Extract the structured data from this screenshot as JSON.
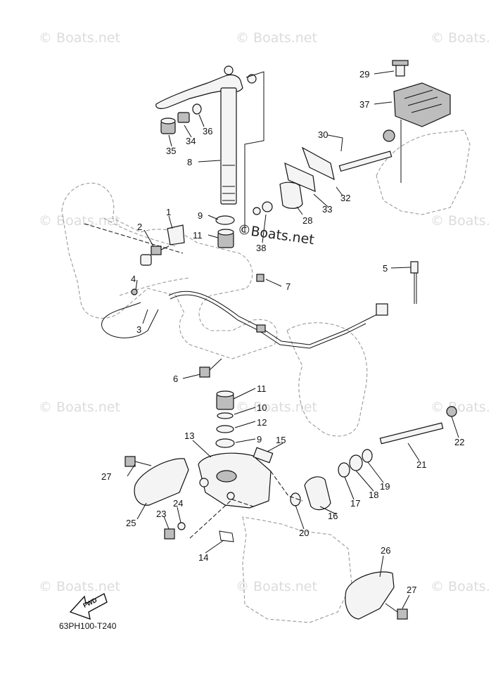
{
  "diagram": {
    "code": "63PH100-T240",
    "fwd_label": "FWD",
    "watermark_text": "© Boats.net",
    "inline_watermark_text": "©Boats.net",
    "callouts": [
      "1",
      "2",
      "3",
      "4",
      "5",
      "6",
      "7",
      "8",
      "9",
      "9",
      "10",
      "11",
      "11",
      "12",
      "13",
      "14",
      "15",
      "16",
      "17",
      "18",
      "19",
      "20",
      "21",
      "22",
      "23",
      "24",
      "25",
      "26",
      "27",
      "27",
      "28",
      "29",
      "30",
      "32",
      "33",
      "34",
      "35",
      "36",
      "37",
      "38"
    ]
  }
}
